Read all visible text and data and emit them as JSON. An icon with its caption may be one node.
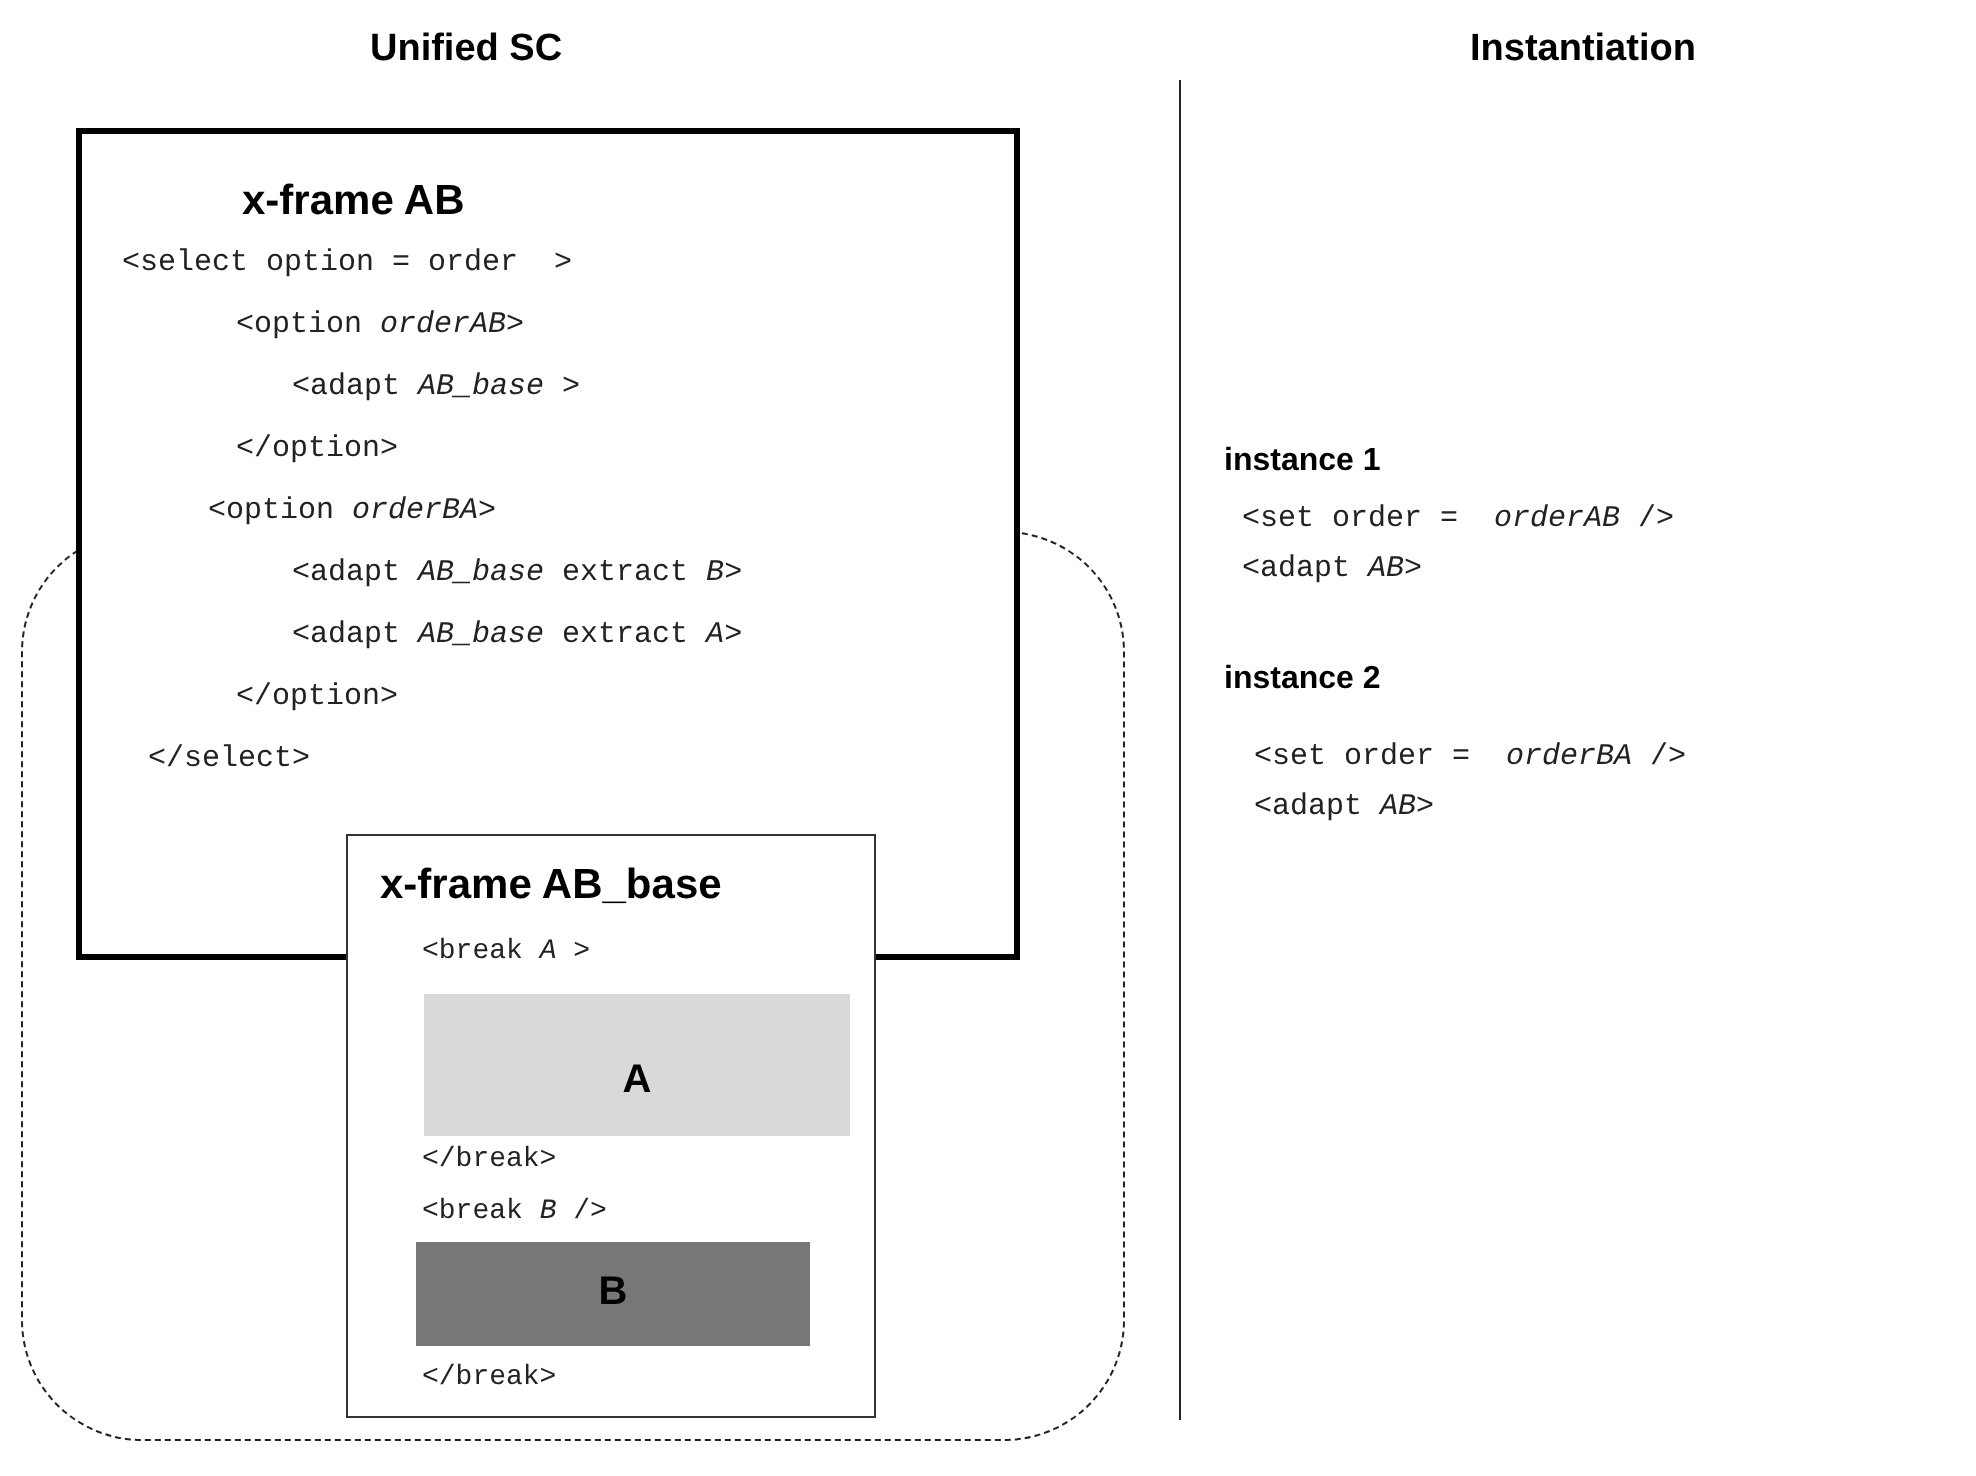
{
  "diagram": {
    "nodes": [
      {
        "text": [
          "x-frame AB",
          "<select option = order  >",
          "<option *orderAB*>",
          "<adapt *AB_base* >",
          "</option>",
          "<option *orderBA*>",
          "<adapt *AB_base* extract *B*>",
          "<adapt *AB_base* extract *A*>",
          "</option>",
          "</select>"
        ]
      },
      {
        "text": [
          "x-frame AB_base",
          "<break *A* >",
          "</break>",
          "<break *B* />",
          "</break>"
        ]
      },
      {
        "text": [
          "A"
        ],
        "in": 1
      },
      {
        "text": [
          "B"
        ],
        "in": 1
      }
    ],
    "labels": [
      "Unified SC",
      "Instantiation",
      "instance 1",
      "<set order =  *orderAB* />",
      "<adapt *AB*>",
      "instance 2",
      "<set order =  *orderBA* />",
      "<adapt *AB*>"
    ]
  }
}
